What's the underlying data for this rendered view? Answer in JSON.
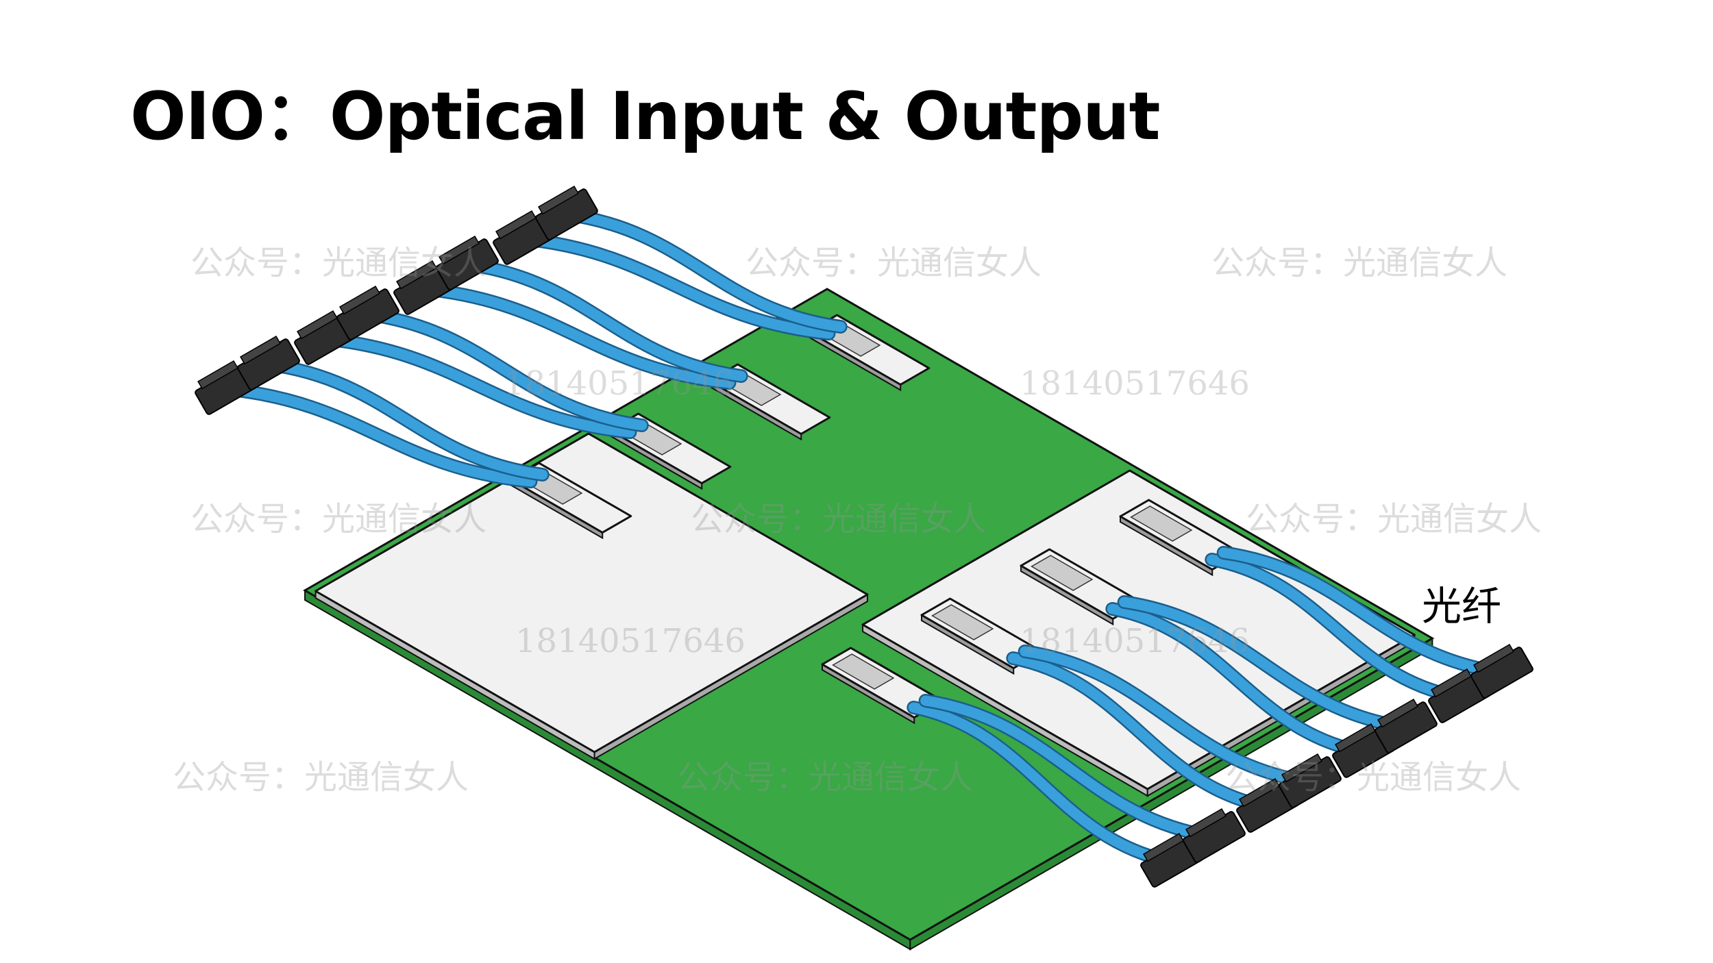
{
  "title": "OIO：Optical Input & Output",
  "label_fiber": "光纤",
  "watermarks": [
    "公众号：光通信女人",
    "公众号：光通信女人",
    "公众号：光通信女人",
    "18140517646",
    "18140517646",
    "公众号：光通信女人",
    "公众号：光通信女人",
    "公众号：光通信女人",
    "18140517646",
    "18140517646",
    "公众号：光通信女人",
    "公众号：光通信女人",
    "公众号：光通信女人"
  ],
  "colors": {
    "board": "#39a845",
    "chip": "#f1f1f1",
    "chip_edge": "#bdbdbd",
    "fiber": "#3aa0dc",
    "connector": "#2d2d2d",
    "ferrule": "#cccccc"
  },
  "icons": [
    "optical-module",
    "fiber-connector"
  ]
}
